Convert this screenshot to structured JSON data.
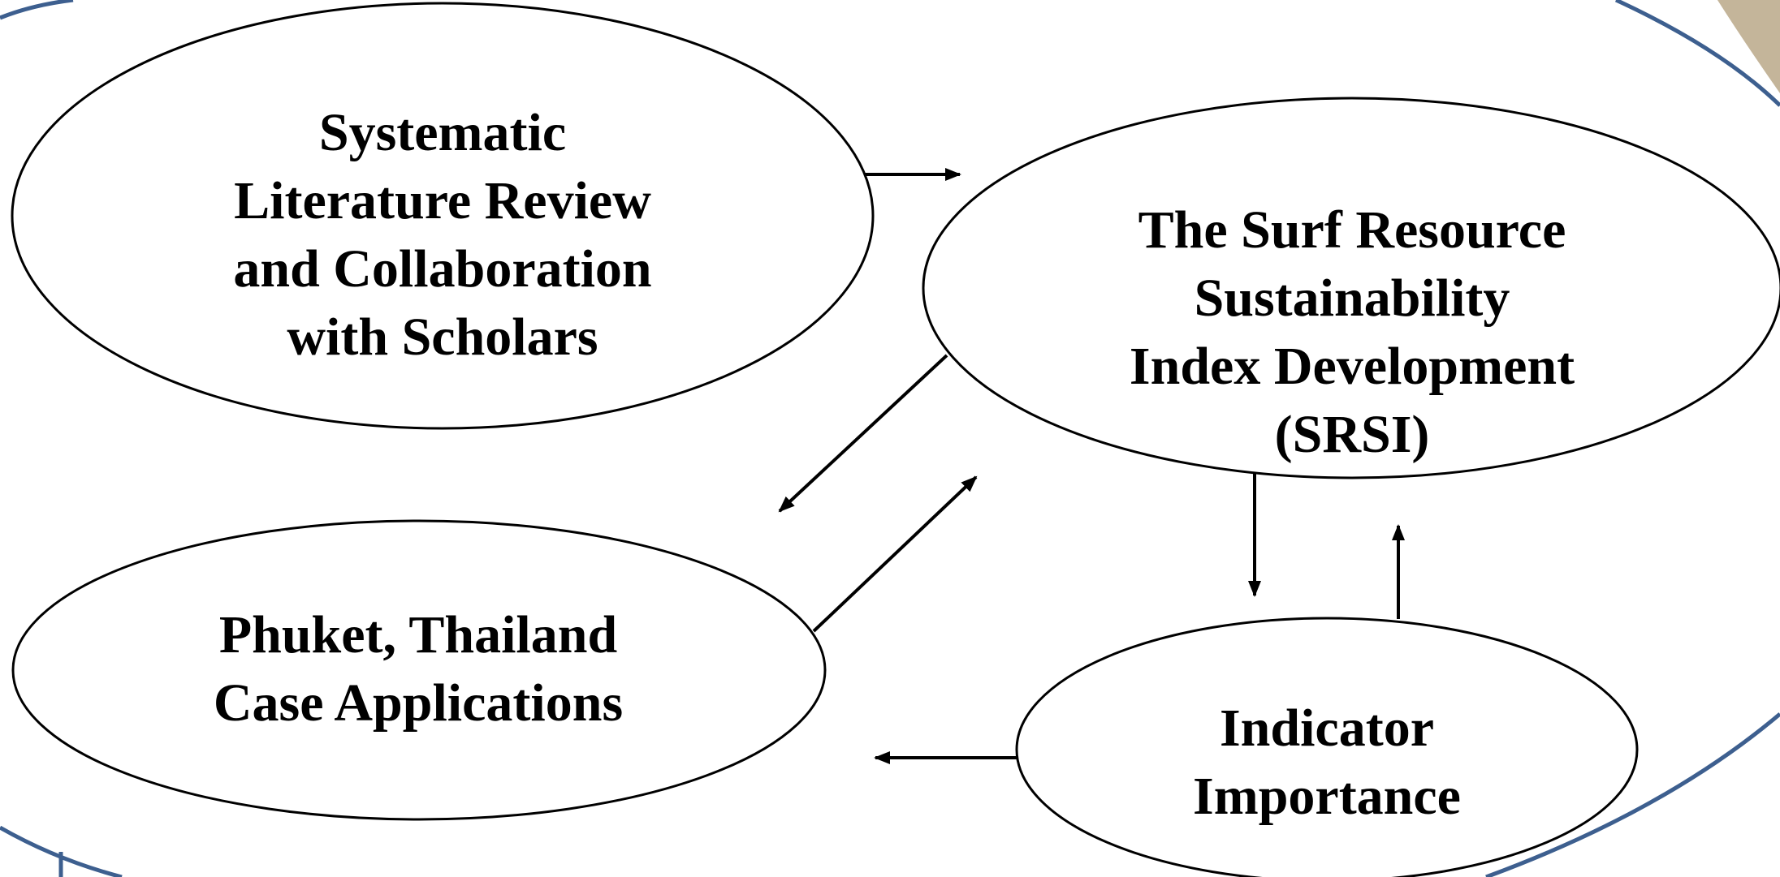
{
  "nodes": {
    "review": {
      "lines": [
        "Systematic",
        "Literature Review",
        "and Collaboration",
        "with Scholars"
      ]
    },
    "srsi": {
      "lines": [
        "The Surf Resource",
        "Sustainability",
        "Index Development",
        "(SRSI)"
      ]
    },
    "phuket": {
      "lines": [
        "Phuket, Thailand",
        "Case Applications"
      ]
    },
    "indicator": {
      "lines": [
        "Indicator",
        "Importance"
      ]
    }
  },
  "colors": {
    "background": "#ffffff",
    "outline": "#000000",
    "frame": "#3d5f8f",
    "frame_accent": "#c4b59a"
  },
  "arrows": [
    {
      "from": "review",
      "to": "srsi"
    },
    {
      "from": "srsi",
      "to": "phuket"
    },
    {
      "from": "phuket",
      "to": "srsi"
    },
    {
      "from": "srsi",
      "to": "indicator"
    },
    {
      "from": "indicator",
      "to": "srsi"
    },
    {
      "from": "indicator",
      "to": "phuket"
    }
  ]
}
